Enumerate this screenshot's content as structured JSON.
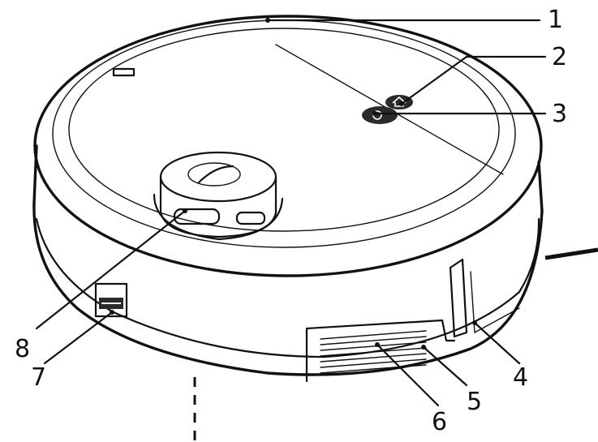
{
  "figure": {
    "callouts": [
      {
        "id": 1,
        "label": "1"
      },
      {
        "id": 2,
        "label": "2"
      },
      {
        "id": 3,
        "label": "3"
      },
      {
        "id": 4,
        "label": "4"
      },
      {
        "id": 5,
        "label": "5"
      },
      {
        "id": 6,
        "label": "6"
      },
      {
        "id": 7,
        "label": "7"
      },
      {
        "id": 8,
        "label": "8"
      }
    ],
    "colors": {
      "ink": "#111111",
      "background": "#ffffff",
      "button": "#2a2a2a"
    }
  }
}
